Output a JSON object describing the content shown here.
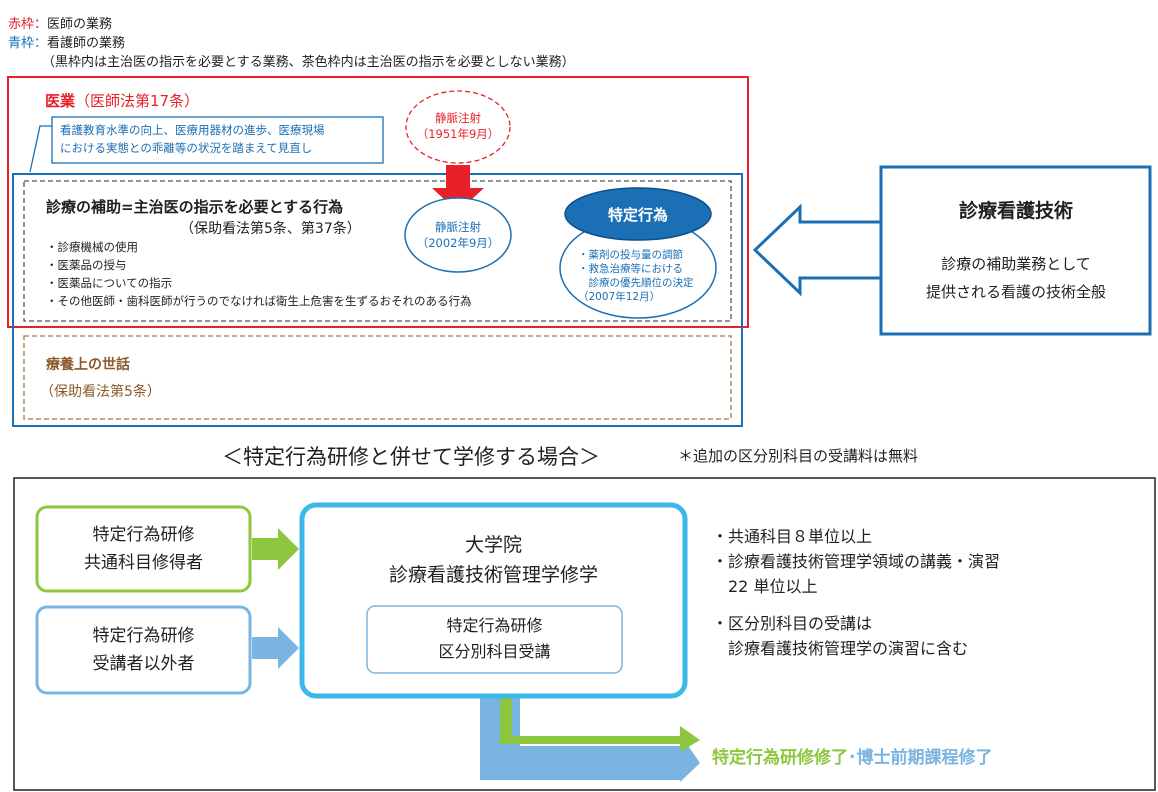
{
  "legend": {
    "red_key": "赤枠",
    "red_sep": "：",
    "red_desc": "医師の業務",
    "blue_key": "青枠",
    "blue_sep": "：",
    "blue_desc": "看護師の業務",
    "note": "（黒枠内は主治医の指示を必要とする業務、茶色枠内は主治医の指示を必要としない業務）"
  },
  "medical": {
    "title": "医業",
    "law": "（医師法第17条）"
  },
  "review_note": {
    "line1": "看護教育水準の向上、医療用器材の進歩、医療現場",
    "line2": "における実態との乖離等の状況を踏まえて見直し"
  },
  "iv_1951": {
    "line1": "静脈注射",
    "line2": "（1951年9月）"
  },
  "iv_2002": {
    "line1": "静脈注射",
    "line2": "（2002年9月）"
  },
  "assist": {
    "title": "診療の補助=主治医の指示を必要とする行為",
    "law": "（保助看法第5条、第37条）",
    "items": [
      "・診療機械の使用",
      "・医薬品の授与",
      "・医薬品についての指示",
      "・その他医師・歯科医師が行うのでなければ衛生上危害を生ずるおそれのある行為"
    ]
  },
  "specific": {
    "title": "特定行為",
    "items": [
      "・薬剤の投与量の調節",
      "・救急治療等における",
      "　診療の優先順位の決定",
      "（2007年12月）"
    ]
  },
  "care": {
    "title": "療養上の世話",
    "law": "（保助看法第5条）"
  },
  "tech": {
    "title": "診療看護技術",
    "line1": "診療の補助業務として",
    "line2": "提供される看護の技術全般"
  },
  "section": {
    "heading": "＜特定行為研修と併せて学修する場合＞",
    "note": "＊追加の区分別科目の受講料は無料"
  },
  "flow": {
    "completed": {
      "line1": "特定行為研修",
      "line2": "共通科目修得者"
    },
    "others": {
      "line1": "特定行為研修",
      "line2": "受講者以外者"
    },
    "grad": {
      "line1": "大学院",
      "line2": "診療看護技術管理学修学"
    },
    "inner": {
      "line1": "特定行為研修",
      "line2": "区分別科目受講"
    },
    "reqs": [
      "・共通科目８単位以上",
      "・診療看護技術管理学領域の講義・演習",
      "　22 単位以上",
      "・区分別科目の受講は",
      "　診療看護技術管理学の演習に含む"
    ],
    "result_a": "特定行為研修修了",
    "result_sep": "･",
    "result_b": "博士前期課程修了"
  },
  "colors": {
    "red": "#e8202a",
    "blue": "#1a6fb5",
    "brown": "#8b5a2b",
    "green": "#8dc63f",
    "lightblue": "#7ab4e0",
    "cyan": "#3bb8e8"
  }
}
